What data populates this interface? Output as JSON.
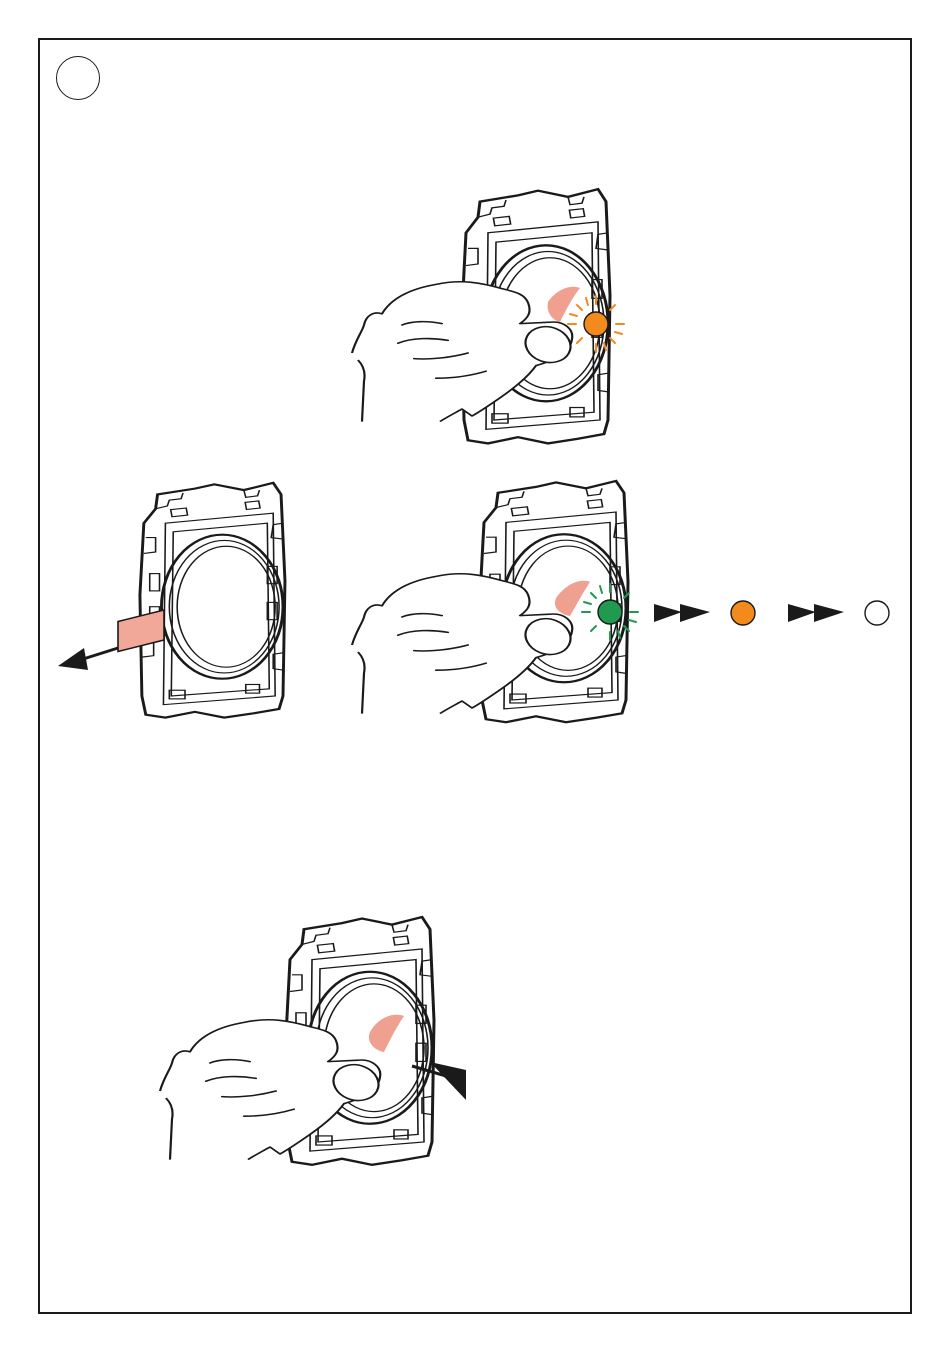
{
  "colors": {
    "line": "#1a1a1a",
    "touch_zone": "#f0a090",
    "led_orange": "#f28a1e",
    "led_green": "#1f9a4f",
    "led_off": "#ffffff",
    "tab": "#f2a898"
  },
  "steps": [
    {
      "name": "press-and-hold",
      "led": "orange",
      "led_state": "blinking"
    },
    {
      "name": "pull-tab",
      "arrow": "left"
    },
    {
      "name": "press-and-hold",
      "led_sequence": [
        "green",
        "orange",
        "off"
      ]
    },
    {
      "name": "press-edge",
      "arrow": "pointing-at-edge"
    }
  ],
  "icons": {
    "step_marker": "blank-circle-icon",
    "flow_arrow": "double-arrow-icon"
  }
}
